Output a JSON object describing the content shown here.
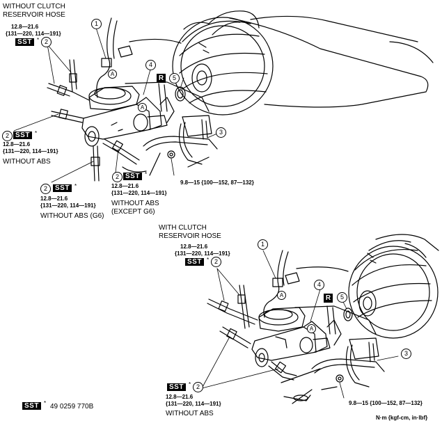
{
  "top": {
    "heading_line1": "WITHOUT CLUTCH",
    "heading_line2": "RESERVOIR HOSE",
    "torque1_line1": "12.8—21.6",
    "torque1_line2": "{131—220, 114—191}",
    "callout1": "1",
    "callout2": "2",
    "callout3": "3",
    "callout4": "4",
    "callout5": "5",
    "marker_a": "A",
    "marker_r": "R",
    "left_callout": "2",
    "left_torque_line1": "12.8—21.6",
    "left_torque_line2": "{131—220, 114—191}",
    "left_label": "WITHOUT ABS",
    "lower_callout": "2",
    "lower_torque_line1": "12.8—21.6",
    "lower_torque_line2": "{131—220, 114—191}",
    "lower_label": "WITHOUT ABS (G6)",
    "mid_callout": "2",
    "mid_torque_line1": "12.8—21.6",
    "mid_torque_line2": "{131—220, 114—191}",
    "mid_label_line1": "WITHOUT ABS",
    "mid_label_line2": "(EXCEPT G6)",
    "bolt_torque": "9.8—15 {100—152, 87—132}"
  },
  "bottom": {
    "heading_line1": "WITH CLUTCH",
    "heading_line2": "RESERVOIR HOSE",
    "torque1_line1": "12.8—21.6",
    "torque1_line2": "{131—220, 114—191}",
    "callout1": "1",
    "callout2": "2",
    "callout3": "3",
    "callout4": "4",
    "callout5": "5",
    "marker_a": "A",
    "marker_r": "R",
    "left_callout": "2",
    "left_torque_line1": "12.8—21.6",
    "left_torque_line2": "{131—220, 114—191}",
    "left_label": "WITHOUT ABS",
    "bolt_torque": "9.8—15 {100—152, 87—132}"
  },
  "sst_tag": "SST",
  "sst_star": "*",
  "sst_note": "49 0259 770B",
  "units": "N·m {kgf-cm, in·lbf}"
}
